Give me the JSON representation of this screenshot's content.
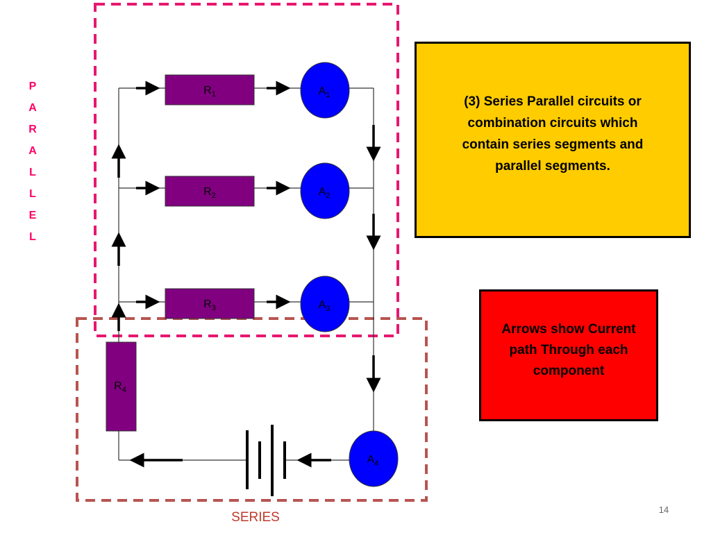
{
  "side_label": {
    "letters": [
      "P",
      "A",
      "R",
      "A",
      "L",
      "L",
      "E",
      "L"
    ]
  },
  "series_label": "SERIES",
  "components": {
    "resistors": [
      {
        "letter": "R",
        "sub": "1"
      },
      {
        "letter": "R",
        "sub": "2"
      },
      {
        "letter": "R",
        "sub": "3"
      },
      {
        "letter": "R",
        "sub": "4"
      }
    ],
    "ammeters": [
      {
        "letter": "A",
        "sub": "1"
      },
      {
        "letter": "A",
        "sub": "2"
      },
      {
        "letter": "A",
        "sub": "3"
      },
      {
        "letter": "A",
        "sub": "4"
      }
    ]
  },
  "description_box": {
    "text": "(3) Series Parallel circuits or combination circuits which contain series segments  and parallel segments."
  },
  "note_box": {
    "text": "Arrows show Current path Through each component"
  },
  "page_number": "14",
  "colors": {
    "parallel_border": "#e8176f",
    "series_border": "#b85450",
    "resistor_fill": "#800080",
    "ammeter_fill": "#0000ff",
    "description_fill": "#ffcc00",
    "note_fill": "#ff0000",
    "side_label_text": "#ff0066",
    "series_label_text": "#c0392b"
  }
}
